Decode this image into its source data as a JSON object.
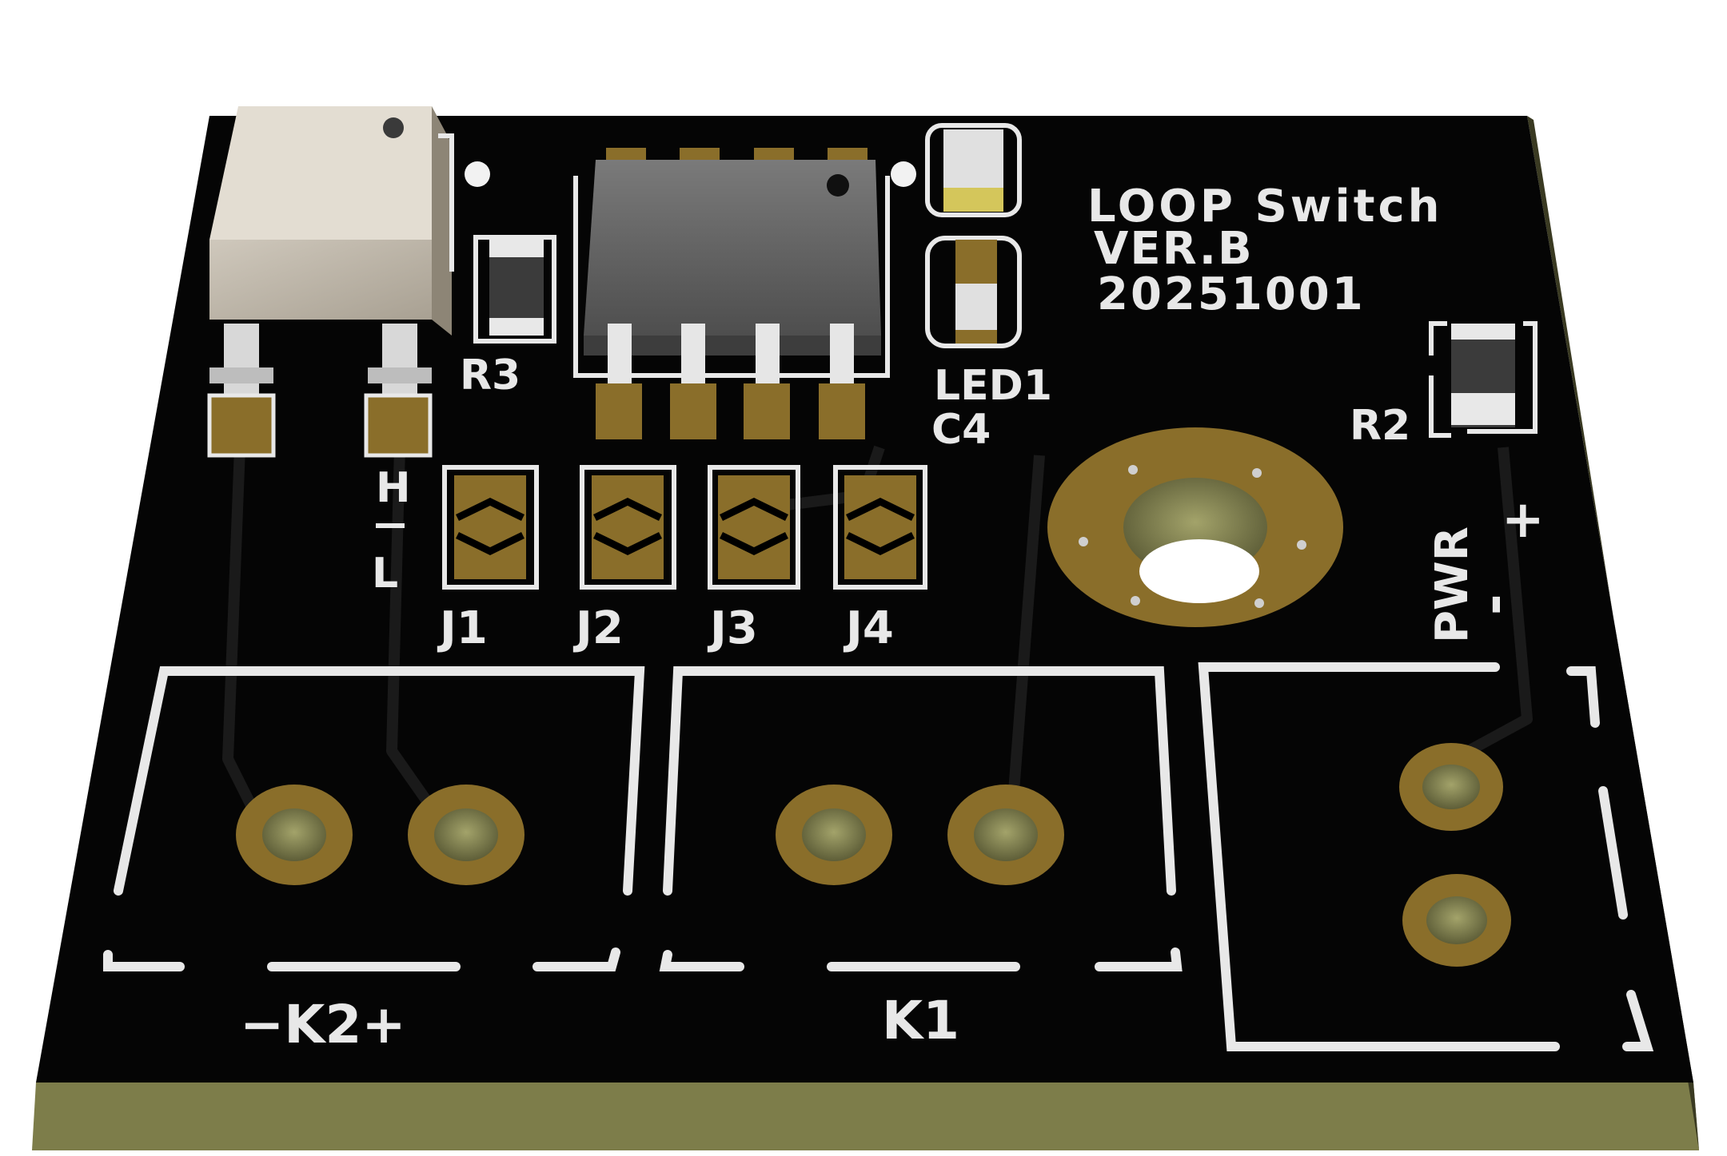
{
  "board": {
    "title_line1": "LOOP Switch",
    "title_line2": "VER.B",
    "title_line3": "20251001"
  },
  "labels": {
    "r3": "R3",
    "r2": "R2",
    "led1": "LED1",
    "c4": "C4",
    "h": "H",
    "l": "L",
    "j1": "J1",
    "j2": "J2",
    "j3": "J3",
    "j4": "J4",
    "pwr": "PWR",
    "plus": "+",
    "minus": "-",
    "k2": "−K2+",
    "k1": "K1"
  },
  "colors": {
    "board_top": "#050505",
    "board_edge": "#7d7d4a",
    "silkscreen": "#e8e8e8",
    "copper_pad": "#8a6e2a",
    "hole": "#858554",
    "ic_body": "#5a5a5a",
    "relay_body": "#bdb5a8"
  }
}
